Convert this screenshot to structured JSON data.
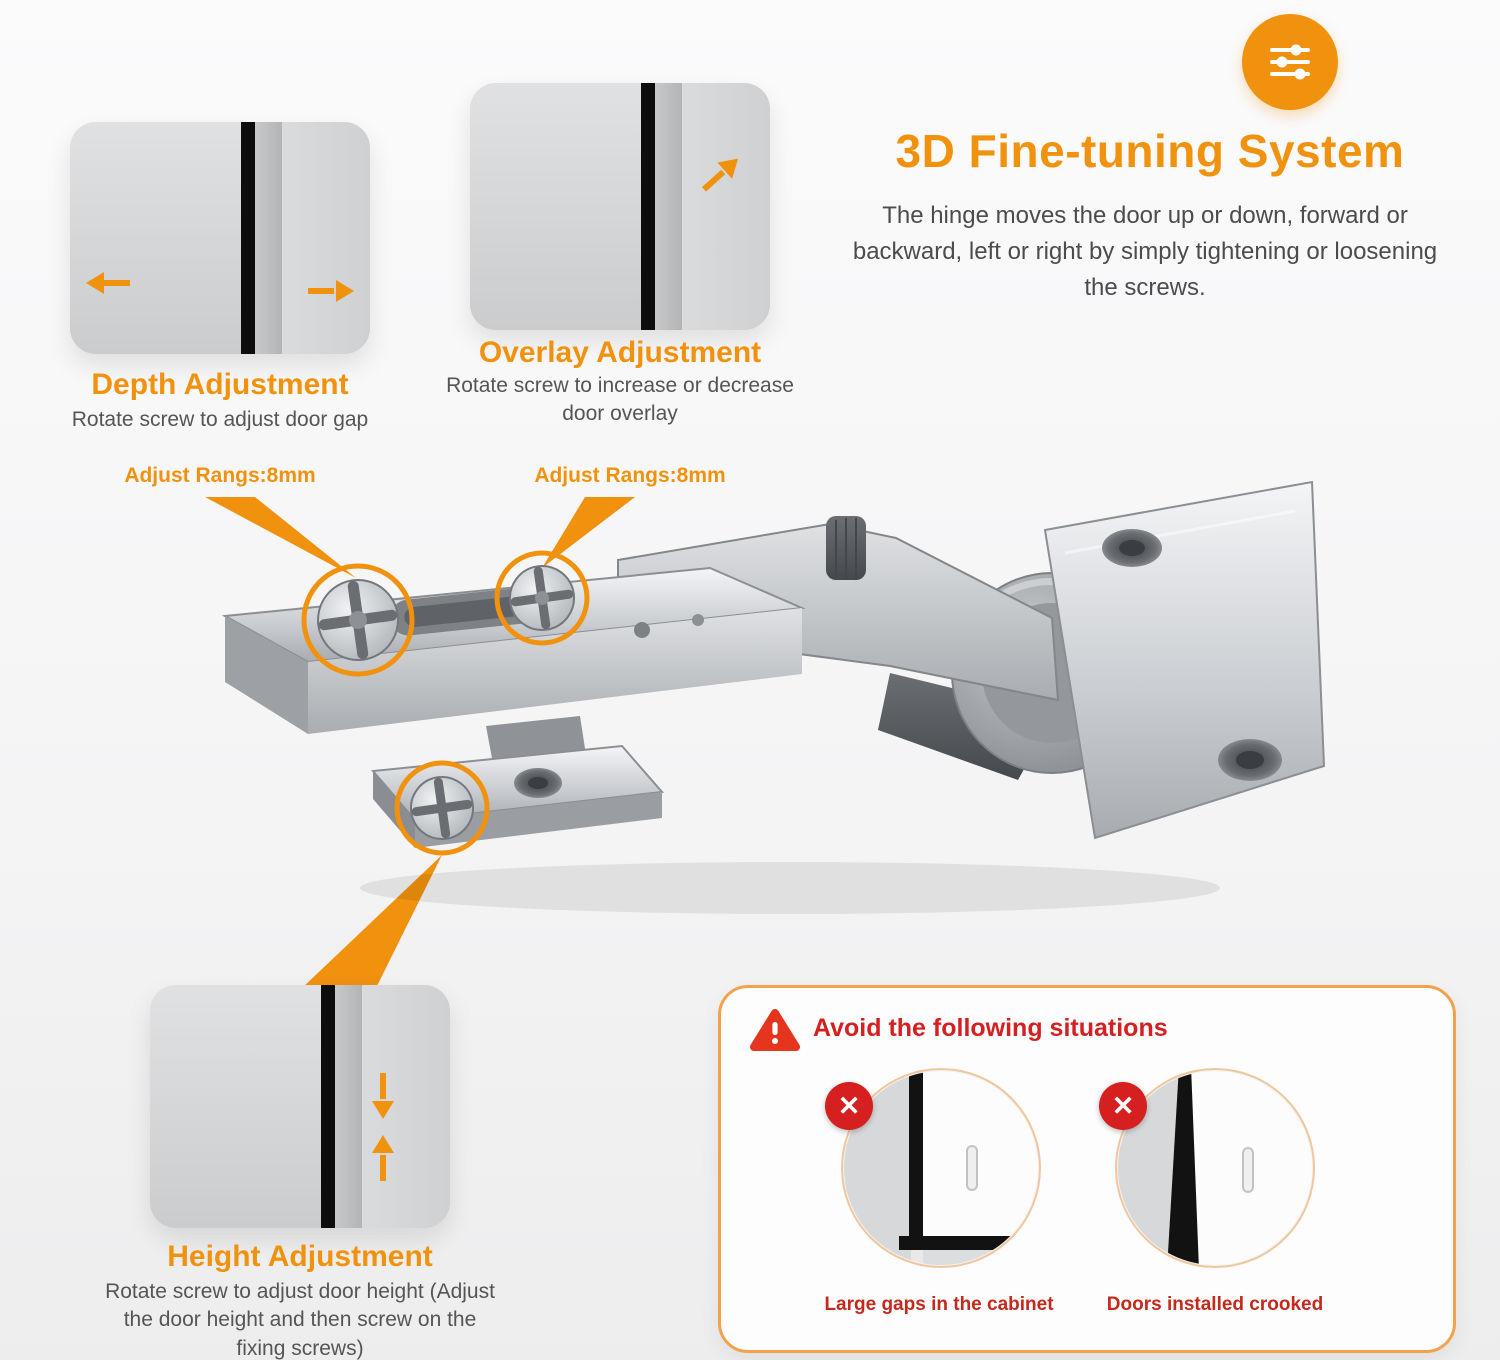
{
  "colors": {
    "accent": "#F1920E",
    "warning_red": "#D42020",
    "caption_red": "#C5291B"
  },
  "icons": {
    "header_badge": "tuning-sliders-icon",
    "warning": "warning-triangle-icon",
    "avoid_mark": "x-mark-icon",
    "adjust_arrow": "orange-arrow-icon"
  },
  "header": {
    "title": "3D Fine-tuning System",
    "description": "The hinge moves the door up or down, forward or backward, left or right by simply tightening or loosening the screws."
  },
  "callouts": {
    "depth": {
      "title": "Depth Adjustment",
      "subtitle": "Rotate screw to adjust door gap",
      "range_label": "Adjust Rangs:8mm"
    },
    "overlay": {
      "title": "Overlay Adjustment",
      "subtitle": "Rotate screw to increase or decrease door overlay",
      "range_label": "Adjust Rangs:8mm"
    },
    "height": {
      "title": "Height Adjustment",
      "subtitle": "Rotate screw to adjust door height (Adjust the door height and then screw on the fixing screws)"
    }
  },
  "warning": {
    "title": "Avoid the following situations",
    "x_mark": "✕",
    "items": [
      {
        "caption": "Large gaps in the cabinet"
      },
      {
        "caption": "Doors installed crooked"
      }
    ]
  }
}
